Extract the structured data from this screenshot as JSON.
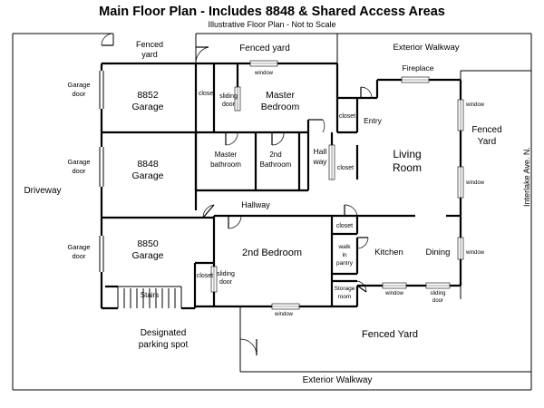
{
  "header": {
    "title": "Main Floor Plan - Includes 8848 & Shared Access Areas",
    "subtitle": "Illustrative Floor Plan - Not to Scale"
  },
  "rooms": {
    "fenced_yard_top_left": "Fenced yard",
    "fenced_yard_top": "Fenced yard",
    "exterior_walkway_top": "Exterior Walkway",
    "fireplace": "Fireplace",
    "garage_8852": "8852 Garage",
    "garage_8848": "8848 Garage",
    "garage_8850": "8850 Garage",
    "closet_master": "closet",
    "sliding_door_master": "sliding door",
    "master_bedroom": "Master Bedroom",
    "closet_entry": "closet",
    "entry": "Entry",
    "master_bathroom": "Master bathroom",
    "second_bathroom": "2nd Bathroom",
    "hallway_small": "Hall way",
    "closet_hall": "closet",
    "living_room": "Living Room",
    "hallway": "Hallway",
    "closet_kitchen": "closet",
    "second_bedroom": "2nd Bedroom",
    "walk_in_pantry": "walk in pantry",
    "kitchen": "Kitchen",
    "dining": "Dining",
    "closet_bedroom": "closet",
    "sliding_door_bedroom": "sliding door",
    "storage_room": "Storage room",
    "stairs": "Stairs",
    "fenced_yard_right": "Fenced Yard",
    "designated_parking": "Designated parking spot",
    "fenced_yard_bottom": "Fenced Yard",
    "exterior_walkway_bottom": "Exterior Walkway",
    "driveway": "Driveway",
    "street": "Interlake Ave. N."
  },
  "labels": {
    "garage_door": "Garage door",
    "window": "window",
    "sliding_door": "sliding door"
  }
}
